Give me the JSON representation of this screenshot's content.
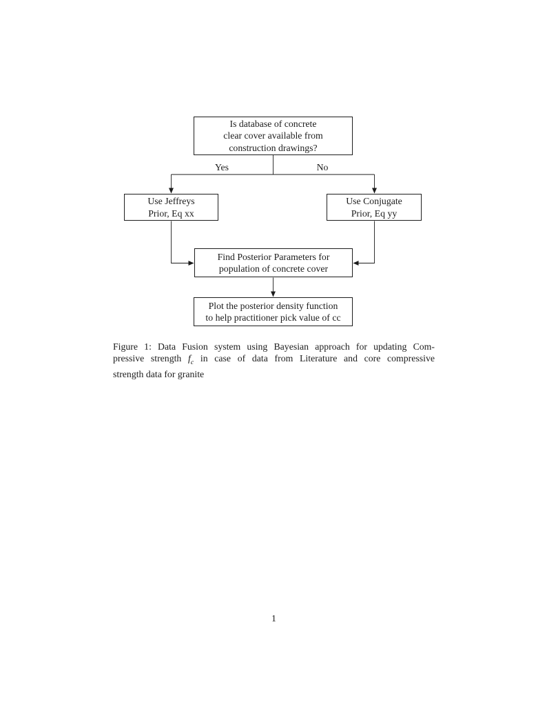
{
  "page": {
    "background": "#ffffff",
    "text_color": "#1c1c1c",
    "number": "1"
  },
  "flowchart": {
    "nodes": {
      "decision": {
        "lines": [
          "Is database of concrete",
          "clear cover available from",
          "construction drawings?"
        ]
      },
      "jeffreys": {
        "lines": [
          "Use Jeffreys",
          "Prior, Eq xx"
        ]
      },
      "conjugate": {
        "lines": [
          "Use Conjugate",
          "Prior, Eq yy"
        ]
      },
      "posterior": {
        "lines": [
          "Find Posterior Parameters for",
          "population of concrete cover"
        ]
      },
      "plot": {
        "lines": [
          "Plot the posterior density function",
          "to help practitioner pick value of cc"
        ]
      }
    },
    "edge_labels": {
      "yes": "Yes",
      "no": "No"
    },
    "edges": [
      {
        "from": "decision",
        "to": "jeffreys",
        "label": "Yes"
      },
      {
        "from": "decision",
        "to": "conjugate",
        "label": "No"
      },
      {
        "from": "jeffreys",
        "to": "posterior",
        "label": ""
      },
      {
        "from": "conjugate",
        "to": "posterior",
        "label": ""
      },
      {
        "from": "posterior",
        "to": "plot",
        "label": ""
      }
    ]
  },
  "caption": {
    "line1": "Figure 1: Data Fusion system using Bayesian approach for updating Com-",
    "line2_pre": "pressive strength ",
    "math_var": "f",
    "math_sub": "c",
    "line2_post": " in case of data from Literature and core compressive",
    "line3": "strength data for granite"
  }
}
